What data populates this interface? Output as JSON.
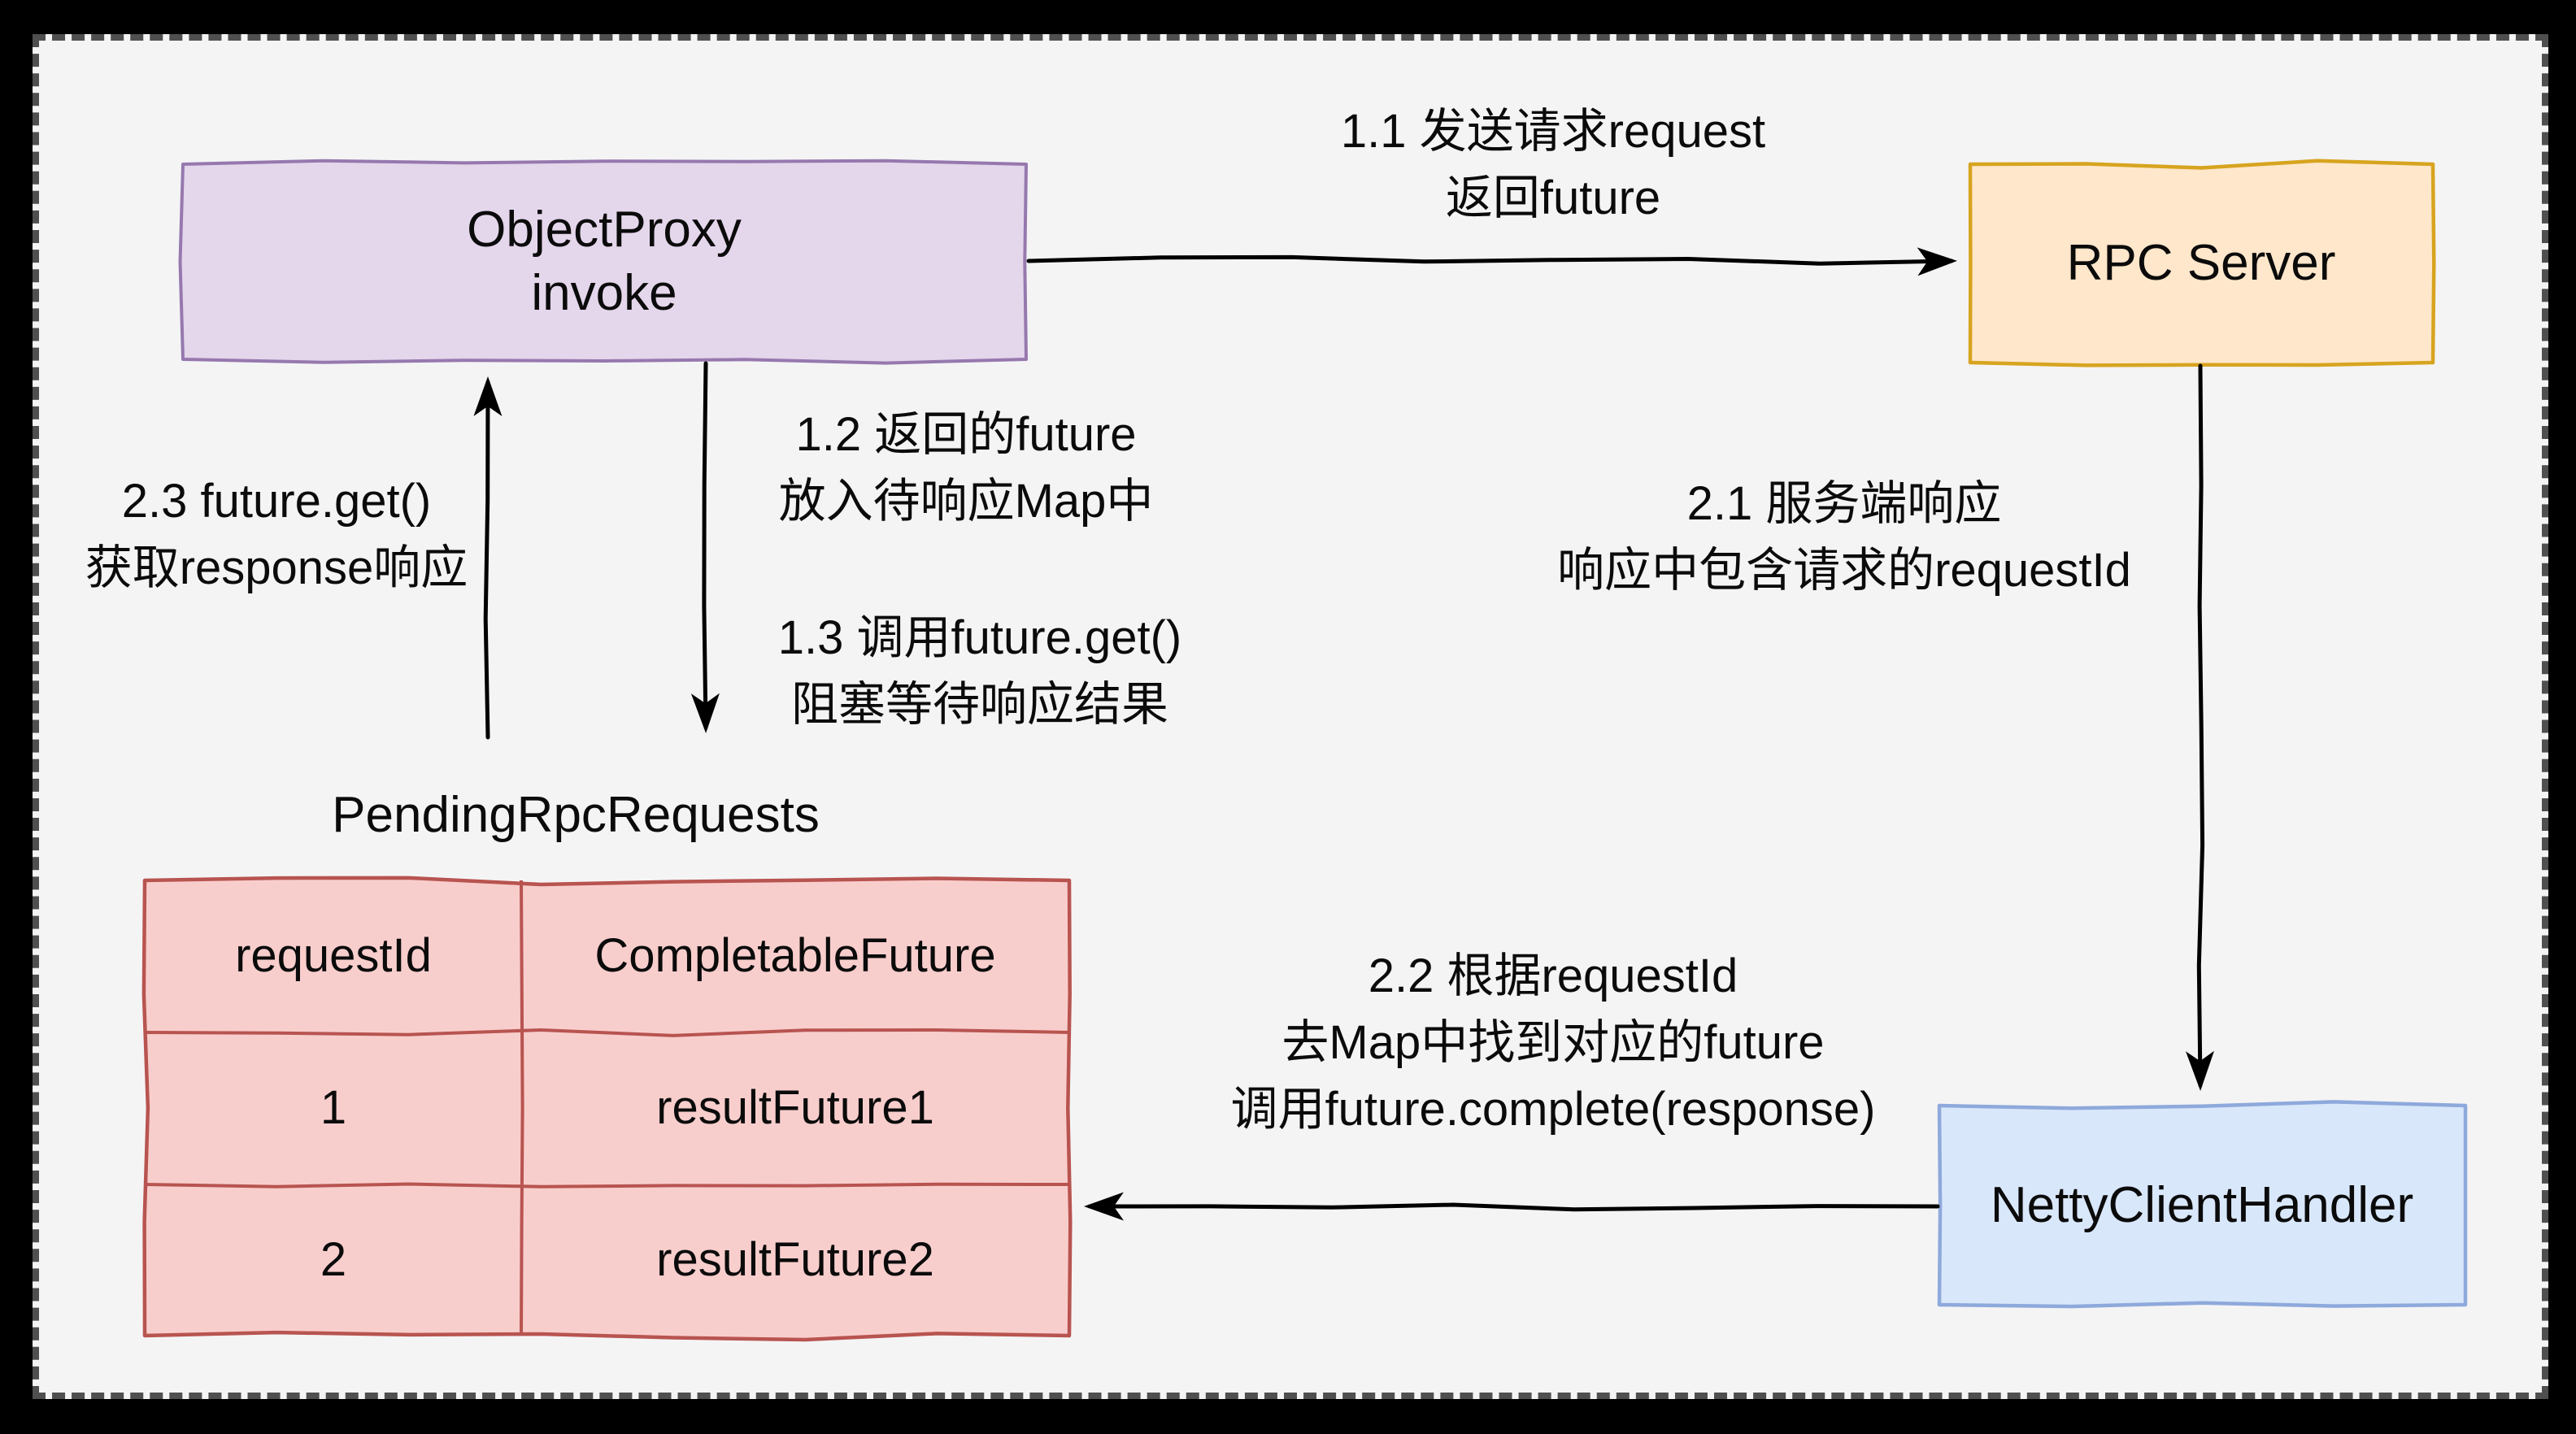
{
  "canvas": {
    "background": "#f4f4f5",
    "frame_color": "#000000",
    "frame_dash_color": "#4f4f4f",
    "arrow_color": "#000000"
  },
  "nodes": {
    "object_proxy": {
      "label": "ObjectProxy\ninvoke",
      "fill": "#e4d6eb",
      "border": "#9678ae"
    },
    "rpc_server": {
      "label": "RPC Server",
      "fill": "#fee7cb",
      "border": "#d7a41f"
    },
    "netty_client_handler": {
      "label": "NettyClientHandler",
      "fill": "#d9e7fa",
      "border": "#8ea9db"
    }
  },
  "pending_map": {
    "title": "PendingRpcRequests",
    "fill": "#f8cecc",
    "border": "#b85450",
    "columns": [
      "requestId",
      "CompletableFuture"
    ],
    "rows": [
      [
        "1",
        "resultFuture1"
      ],
      [
        "2",
        "resultFuture2"
      ]
    ]
  },
  "arrows": {
    "a11": {
      "label": "1.1 发送请求request\n返回future"
    },
    "a12": {
      "label": "1.2 返回的future\n放入待响应Map中"
    },
    "a13": {
      "label": "1.3 调用future.get()\n阻塞等待响应结果"
    },
    "a21": {
      "label": "2.1 服务端响应\n响应中包含请求的requestId"
    },
    "a22": {
      "label": "2.2 根据requestId\n去Map中找到对应的future\n调用future.complete(response)"
    },
    "a23": {
      "label": "2.3 future.get()\n获取response响应"
    }
  }
}
